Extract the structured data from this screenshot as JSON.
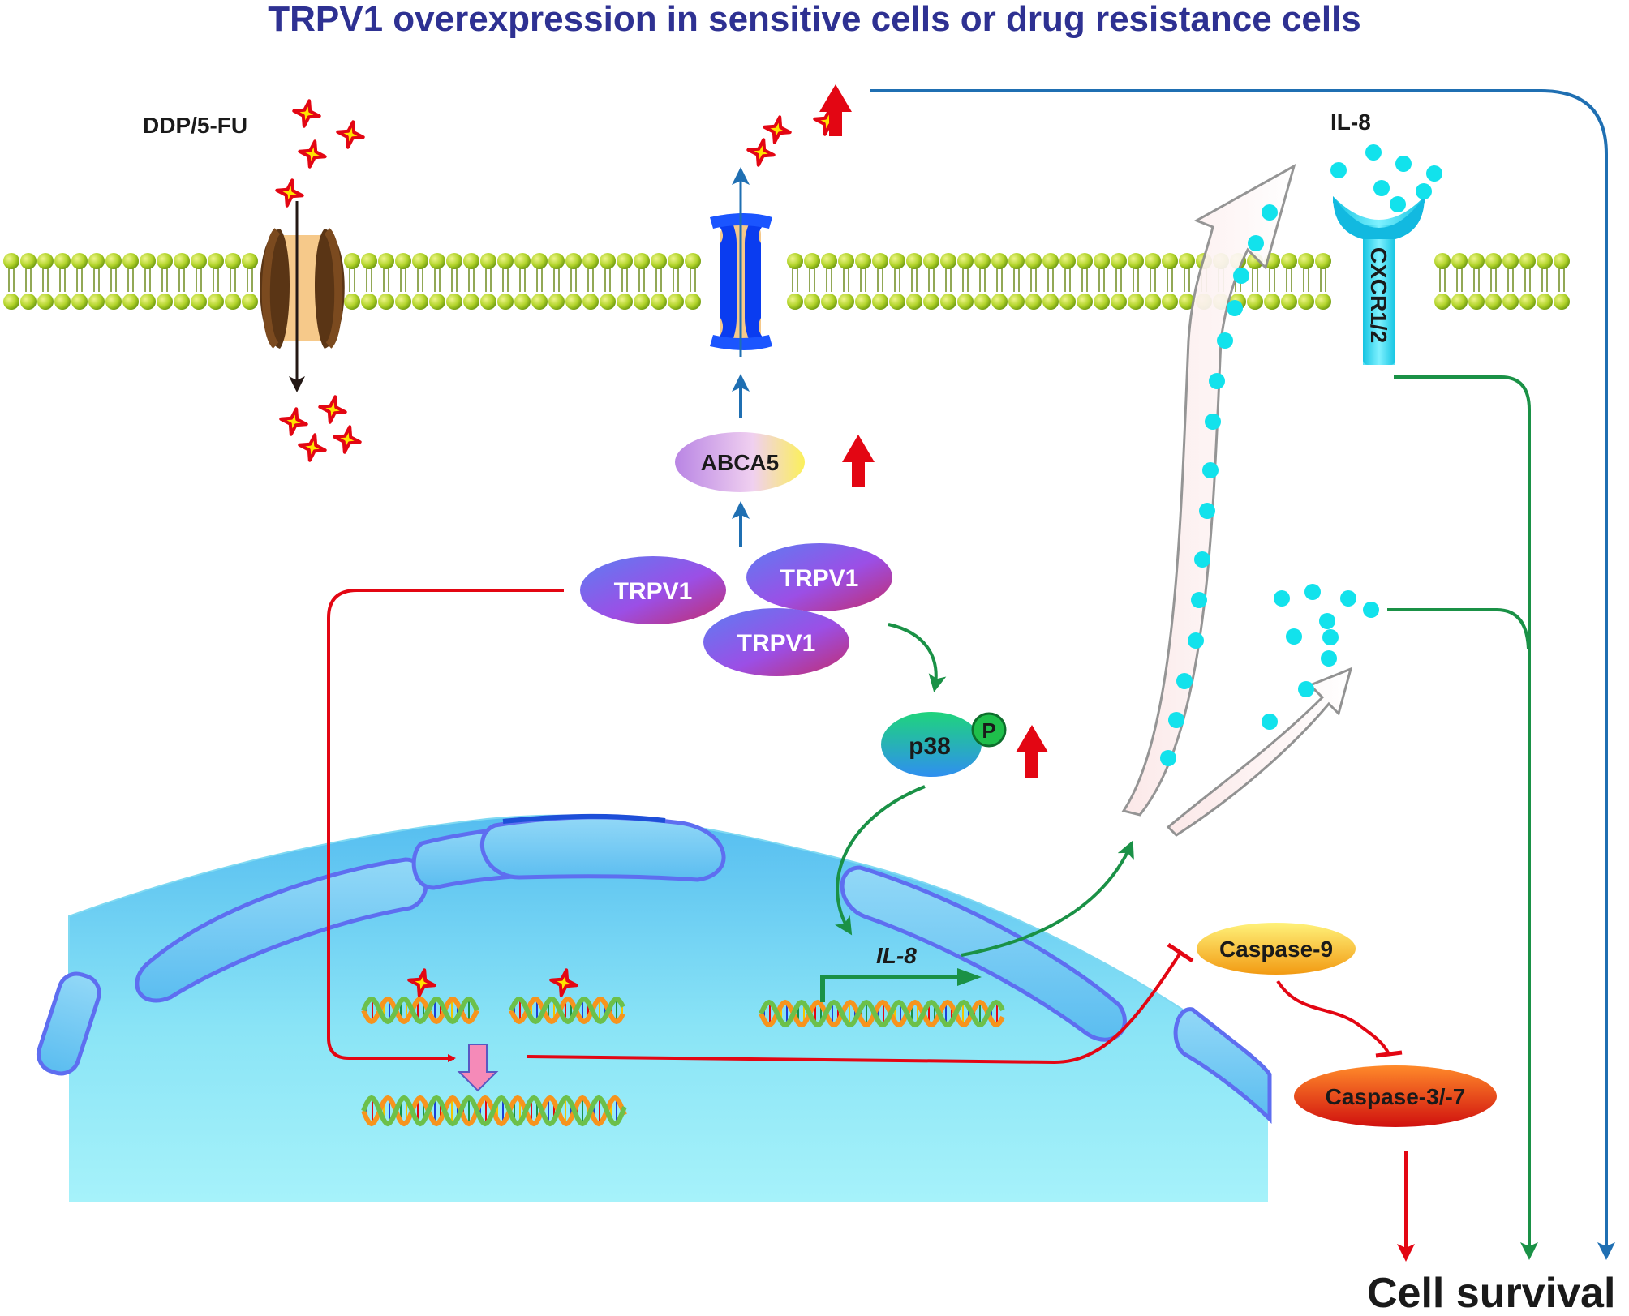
{
  "title": "TRPV1 overexpression in sensitive cells or drug resistance cells",
  "labels": {
    "drug": "DDP/5-FU",
    "il8_top": "IL-8",
    "receptor": "CXCR1/2",
    "abca5": "ABCA5",
    "trpv1": "TRPV1",
    "p38": "p38",
    "phospho": "P",
    "il8_gene": "IL-8",
    "caspase9": "Caspase-9",
    "caspase37": "Caspase-3/-7",
    "outcome": "Cell survival"
  },
  "colors": {
    "title": "#2e3192",
    "red_arrow": "#e30613",
    "green_arrow": "#1a9146",
    "blue_arrow": "#1f6fb2",
    "membrane_head": "#9ac21c",
    "nucleus": "#7fdff5",
    "il8_dot": "#12e2ec"
  },
  "icons": {
    "drug": "star-icon",
    "upregulation": "up-arrow-icon",
    "dna": "dna-helix-icon",
    "channel": "channel-protein-icon",
    "transporter": "abc-transporter-icon"
  }
}
